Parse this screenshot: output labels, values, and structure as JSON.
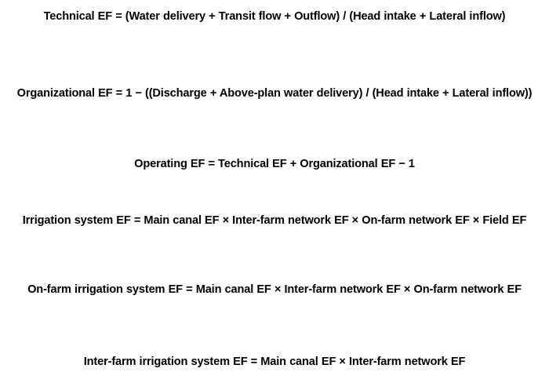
{
  "document": {
    "background_color": "#ffffff",
    "text_color": "#000000",
    "formulas": [
      {
        "id": "technical-ef",
        "text": "Technical EF = (Water delivery + Transit flow + Outflow) / (Head intake + Lateral inflow)"
      },
      {
        "id": "organizational-ef",
        "text": "Organizational EF = 1 − ((Discharge + Above-plan water delivery) / (Head intake + Lateral inflow))"
      },
      {
        "id": "operating-ef",
        "text": "Operating EF = Technical EF + Organizational EF − 1"
      },
      {
        "id": "irrigation-system-ef",
        "text": "Irrigation system EF = Main canal EF × Inter-farm network EF × On-farm network EF × Field EF"
      },
      {
        "id": "on-farm-irrigation-system-ef",
        "text": "On-farm irrigation system EF = Main canal EF × Inter-farm network EF × On-farm network EF"
      },
      {
        "id": "inter-farm-irrigation-system-ef",
        "text": "Inter-farm irrigation system EF = Main canal EF × Inter-farm network EF"
      }
    ]
  }
}
